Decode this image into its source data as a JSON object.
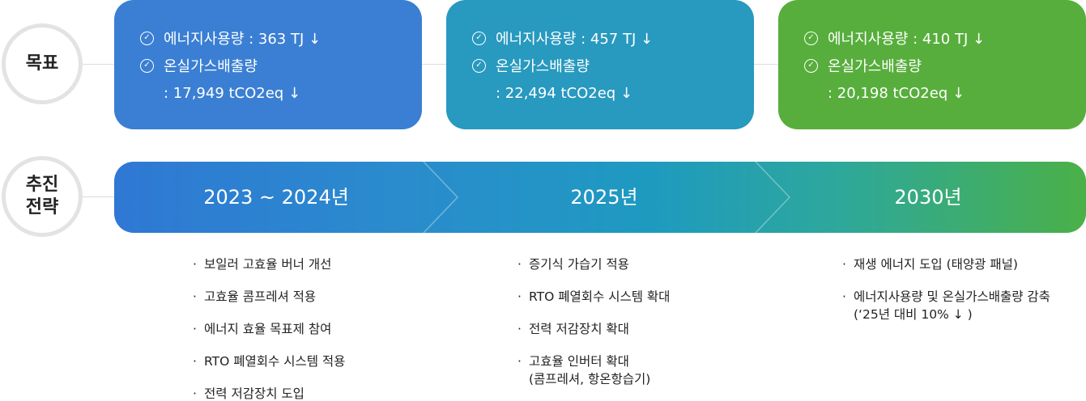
{
  "labels": {
    "goal": "목표",
    "strategy_line1": "추진",
    "strategy_line2": "전략"
  },
  "goals": [
    {
      "energy": "에너지사용량 : 363 TJ ↓",
      "ghg": "온실가스배출량",
      "ghg_value": ": 17,949 tCO2eq ↓",
      "color": "#3a7fd3"
    },
    {
      "energy": "에너지사용량 : 457 TJ ↓",
      "ghg": "온실가스배출량",
      "ghg_value": ": 22,494 tCO2eq ↓",
      "color": "#2899bf"
    },
    {
      "energy": "에너지사용량 : 410 TJ ↓",
      "ghg": "온실가스배출량",
      "ghg_value": ": 20,198 tCO2eq ↓",
      "color": "#57ae3c"
    }
  ],
  "phases": [
    {
      "title": "2023 ~ 2024년",
      "items": [
        "보일러 고효율 버너 개선",
        "고효율 콤프레셔 적용",
        "에너지 효율 목표제 참여",
        "RTO 폐열회수 시스템 적용",
        "전력 저감장치 도입"
      ]
    },
    {
      "title": "2025년",
      "items": [
        "증기식 가습기 적용",
        "RTO 폐열회수 시스템 확대",
        "전력 저감장치 확대",
        "고효율 인버터 확대"
      ],
      "item4_cont": "(콤프레셔, 항온항습기)"
    },
    {
      "title": "2030년",
      "items": [
        "재생 에너지 도입 (태양광 패널)",
        "에너지사용량 및 온실가스배출량 감축"
      ],
      "item2_cont": "(‘25년 대비 10% ↓ )"
    }
  ],
  "icons": {
    "check": "check-circle-icon",
    "bullet": "·"
  },
  "colors": {
    "blue": "#3a7fd3",
    "teal": "#2899bf",
    "green": "#57ae3c",
    "circle_border": "#e3e3e3"
  }
}
